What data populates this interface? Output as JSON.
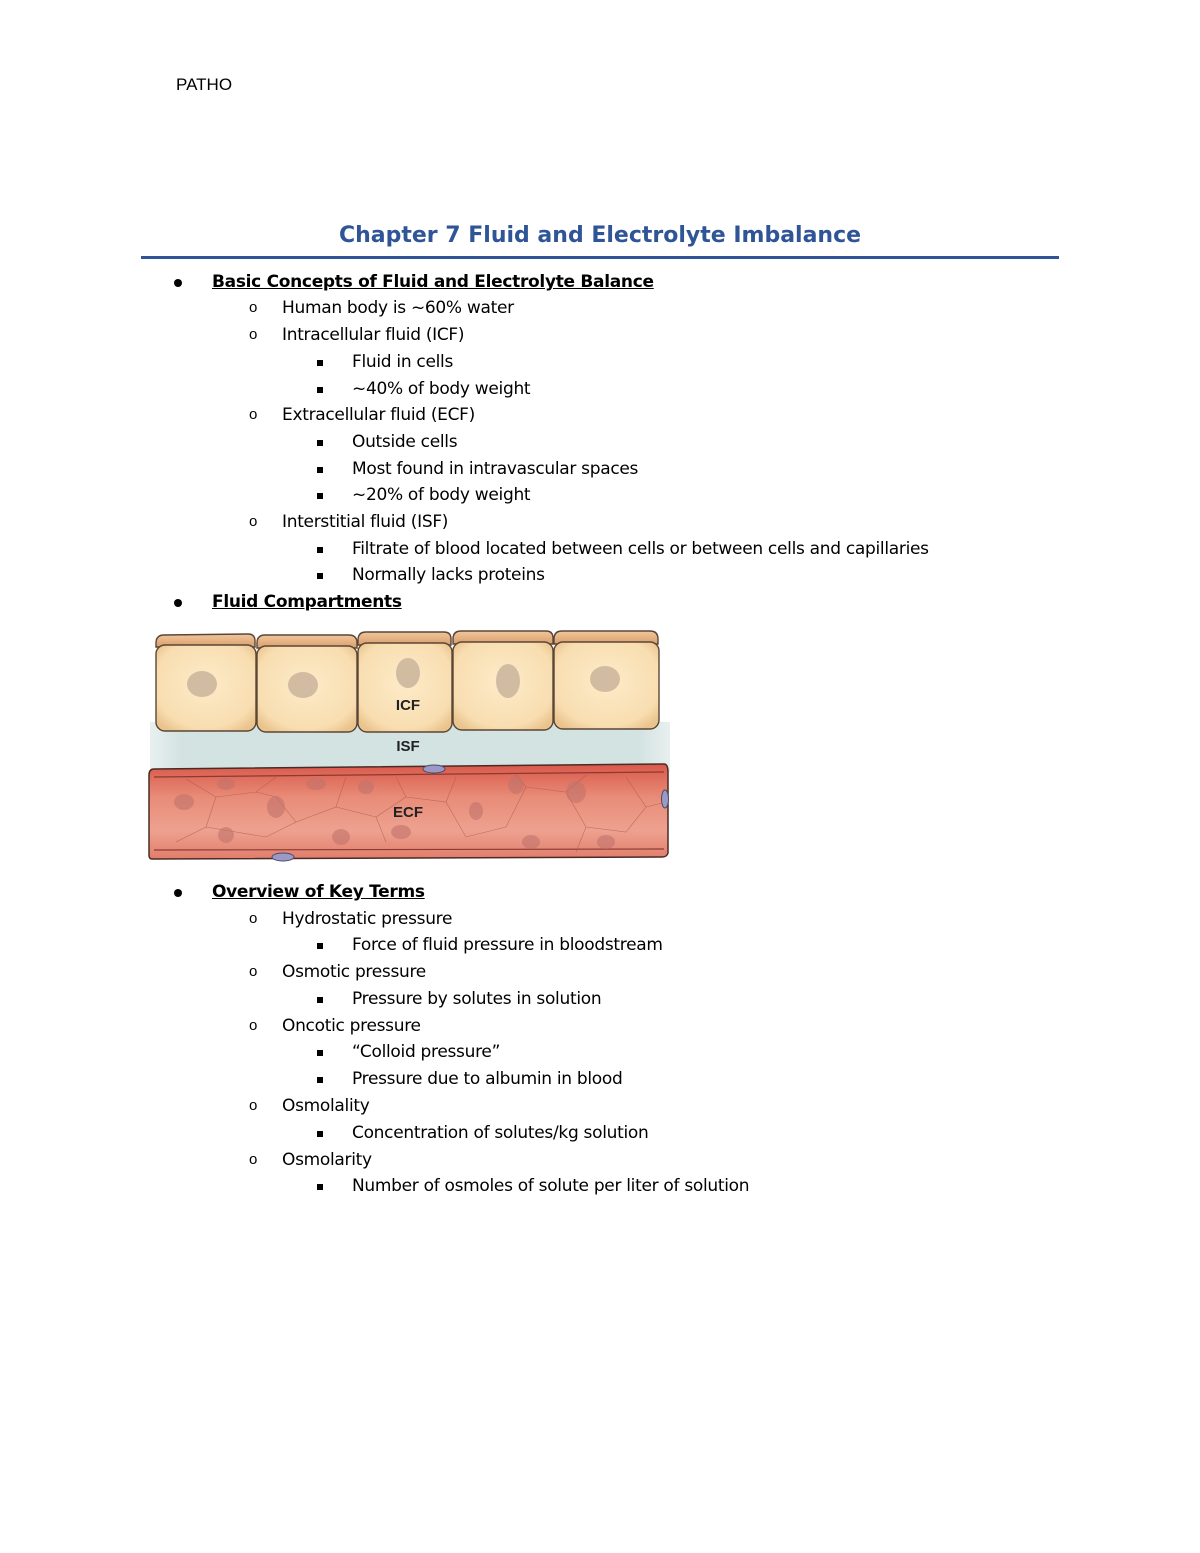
{
  "header": {
    "text": "PATHO"
  },
  "title": "Chapter 7 Fluid and Electrolyte Imbalance",
  "accent_color": "#2f5597",
  "sections": [
    {
      "heading": "Basic Concepts of Fluid and Electrolyte Balance",
      "items": [
        {
          "text": "Human body is ~60% water",
          "sub": []
        },
        {
          "text": "Intracellular fluid (ICF)",
          "sub": [
            "Fluid in cells",
            "~40% of body weight"
          ]
        },
        {
          "text": "Extracellular fluid (ECF)",
          "sub": [
            "Outside cells",
            "Most found in intravascular spaces",
            "~20% of body weight"
          ]
        },
        {
          "text": "Interstitial fluid (ISF)",
          "sub": [
            "Filtrate of blood located between cells or between cells and capillaries",
            "Normally lacks proteins"
          ]
        }
      ]
    },
    {
      "heading": "Fluid Compartments",
      "figure": {
        "labels": {
          "icf": "ICF",
          "isf": "ISF",
          "ecf": "ECF"
        }
      }
    },
    {
      "heading": "Overview of Key Terms",
      "items": [
        {
          "text": "Hydrostatic pressure",
          "sub": [
            "Force of fluid pressure in bloodstream"
          ]
        },
        {
          "text": "Osmotic pressure",
          "sub": [
            "Pressure by solutes in solution"
          ]
        },
        {
          "text": "Oncotic pressure",
          "sub": [
            "“Colloid pressure”",
            "Pressure due to albumin in blood"
          ]
        },
        {
          "text": "Osmolality",
          "sub": [
            "Concentration of solutes/kg solution"
          ]
        },
        {
          "text": "Osmolarity",
          "sub": [
            "Number of osmoles of solute per liter of solution"
          ]
        }
      ]
    }
  ],
  "bullets": {
    "level2": "o"
  }
}
